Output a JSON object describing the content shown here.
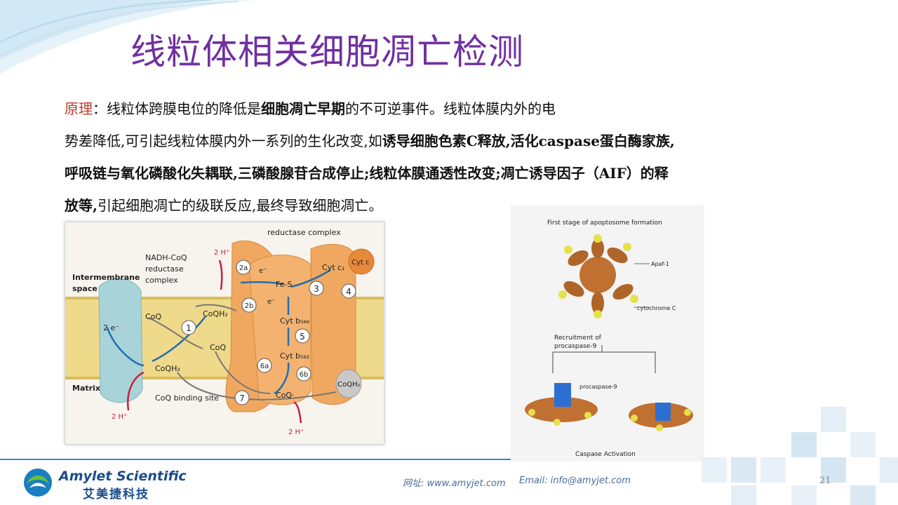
{
  "slide": {
    "title": "线粒体相关细胞凋亡检测",
    "page_number": "21"
  },
  "body": {
    "label": "原理",
    "colon": "：",
    "line1_a": "线粒体跨膜电位的降低是",
    "line1_b": "细胞凋亡早期",
    "line1_c": "的不可逆事件。线粒体膜内外的电",
    "line2_a": "势差降低,可引起线粒体膜内外一系列的生化改变,如",
    "line2_b": "诱导细胞色素C释放,活化caspase蛋白酶家族,",
    "line3_b": "呼吸链与氧化磷酸化失耦联,三磷酸腺苷合成停止;线粒体膜通透性改变;凋亡诱导因子（AIF）的释",
    "line4_b": "放等,",
    "line4_c": "引起细胞凋亡的级联反应,最终导致细胞凋亡。"
  },
  "figure_left": {
    "reductase_complex": "reductase complex",
    "nadh_line1": "NADH-CoQ",
    "nadh_line2": "reductase",
    "nadh_line3": "complex",
    "intermembrane_line1": "Intermembrane",
    "intermembrane_line2": "space",
    "matrix": "Matrix",
    "coq_binding_site": "CoQ binding site",
    "two_e": "2 e⁻",
    "two_h_top": "2 H⁺",
    "two_h_bottom_left": "2 H⁺",
    "two_h_bottom_right": "2 H⁺",
    "coq": "CoQ",
    "coqh2_a": "CoQH₂",
    "coqh2_b": "CoQH₂",
    "coqh2_c": "CoQH₂",
    "coq_mid": "CoQ",
    "coq_radical": "CoQ·",
    "fe_s": "Fe-S",
    "cyt_c1": "Cyt c₁",
    "cyt_c": "Cyt c",
    "cyt_b566": "Cyt b₅₆₆",
    "cyt_b562": "Cyt b₅₆₂",
    "e_minus_a": "e⁻",
    "e_minus_b": "e⁻",
    "steps": [
      "1",
      "2a",
      "2b",
      "3",
      "4",
      "5",
      "6a",
      "6b",
      "7"
    ]
  },
  "figure_right": {
    "stage_title": "First stage of apoptosome formation",
    "apaf1": "Apaf-1",
    "cytochrome_c": "cytochrome C",
    "recruitment_line1": "Recruitment of",
    "recruitment_line2": "procaspase-9",
    "procaspase9": "procaspase-9",
    "caspase_activation": "Caspase Activation"
  },
  "footer": {
    "logo_en": "Amylet Scientific",
    "logo_cn": "艾美捷科技",
    "website": "网址: www.amyjet.com",
    "email": "Email: info@amyjet.com"
  },
  "colors": {
    "title": "#7030a0",
    "label": "#c0392b",
    "brand_blue": "#1a4c8c",
    "footer_line": "#2f89c8",
    "membrane": "#efd98a",
    "complex_orange": "#f0a860",
    "teal_complex": "#a8d3d8"
  }
}
